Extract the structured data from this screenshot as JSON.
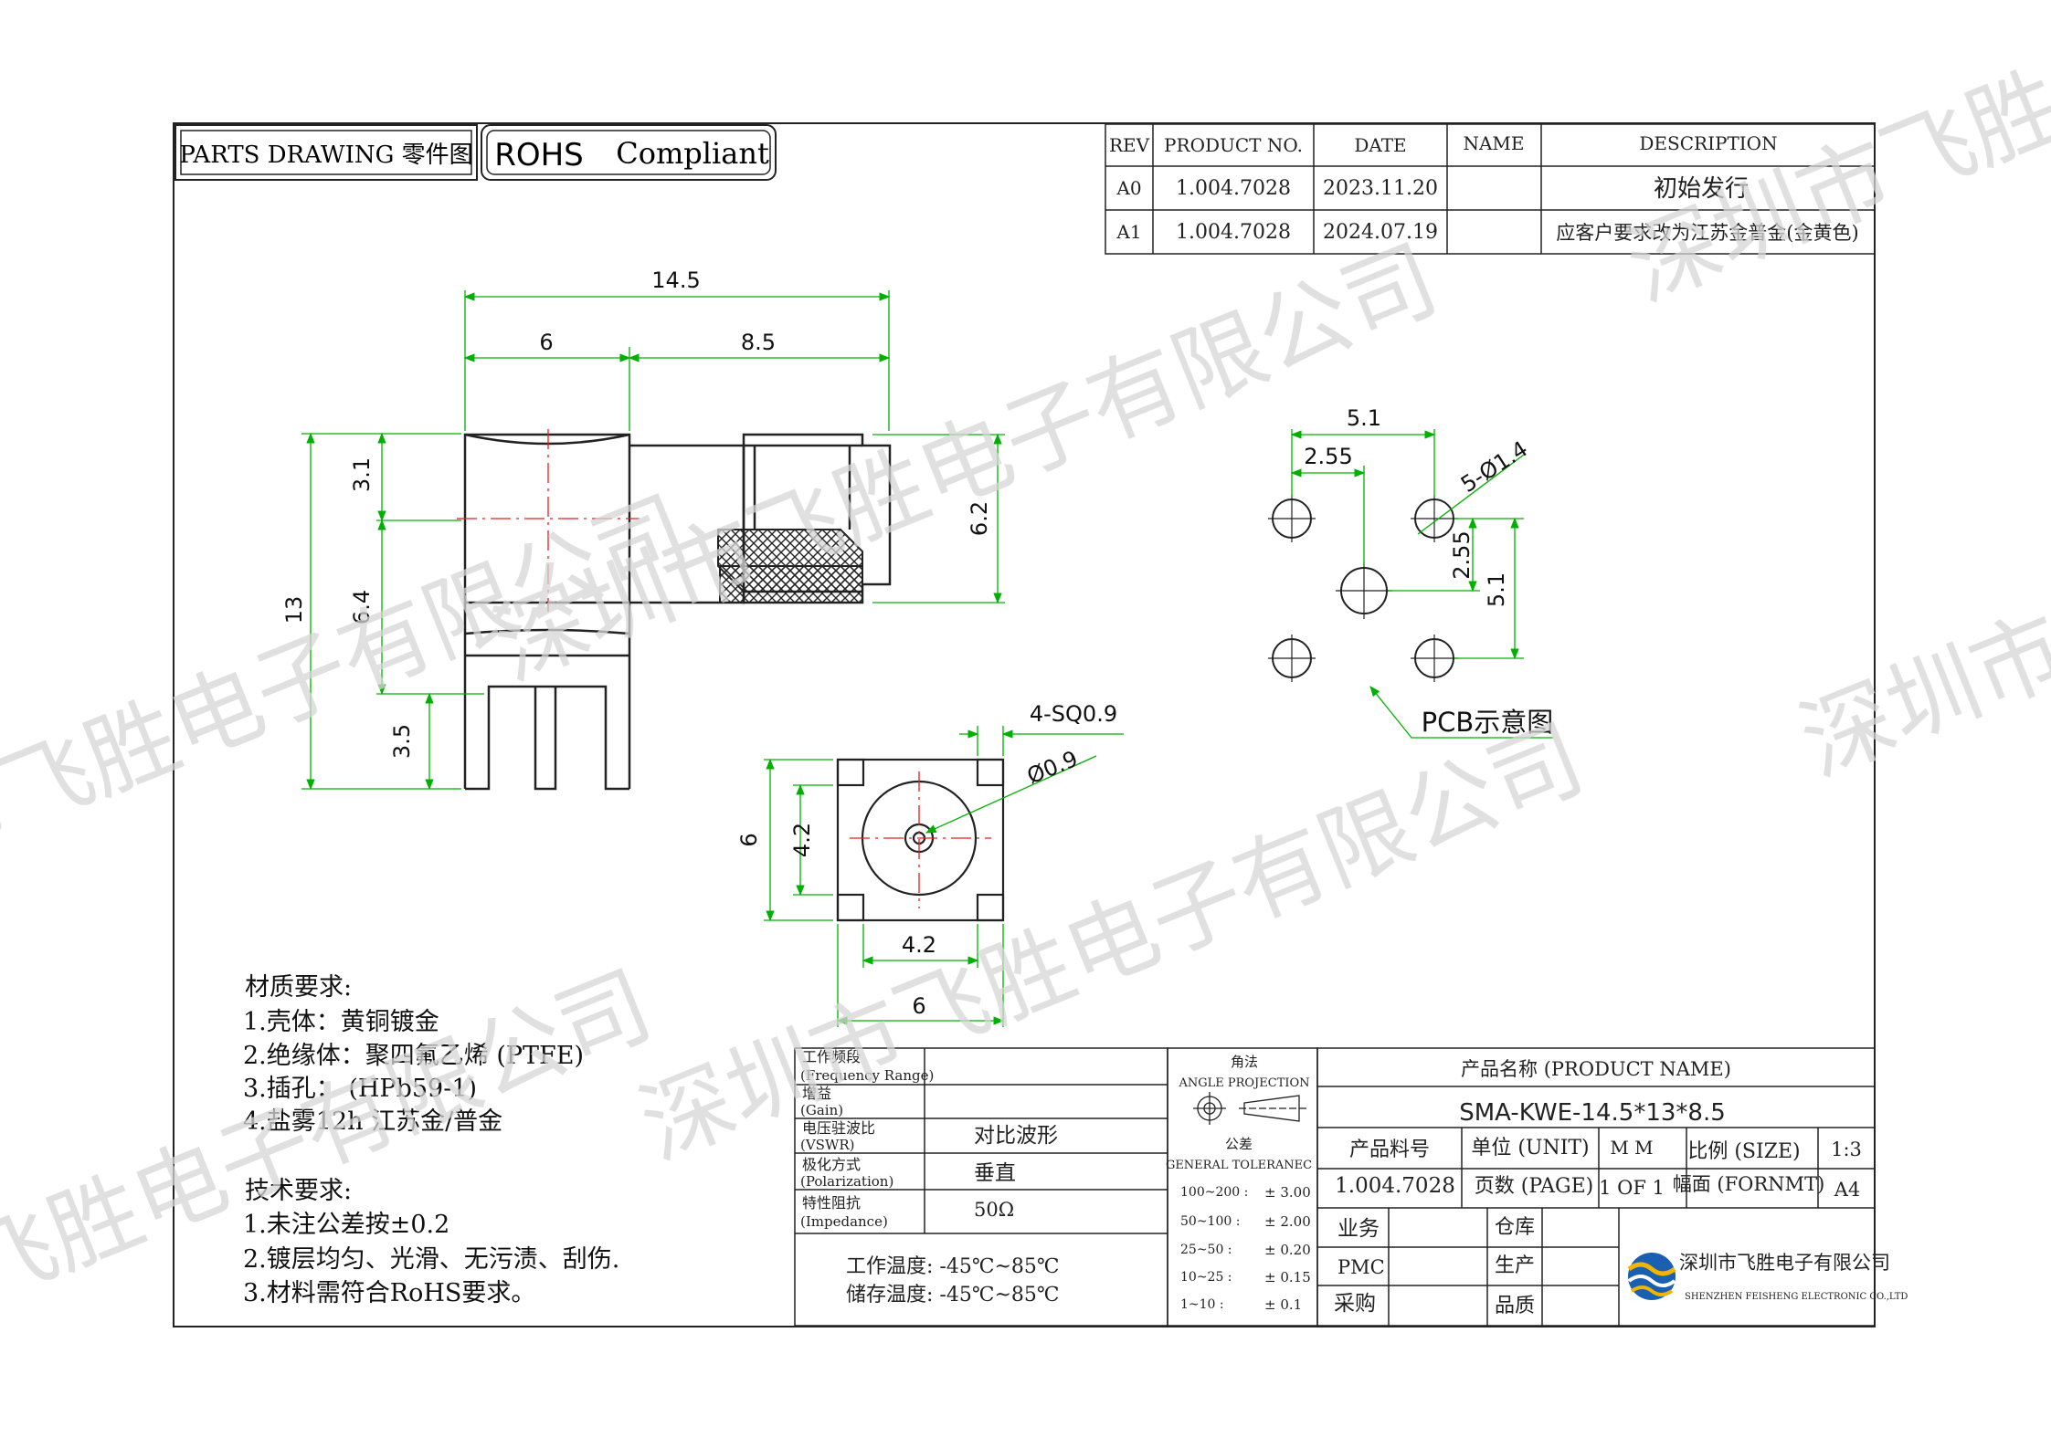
{
  "header": {
    "parts_drawing": "PARTS DRAWING 零件图",
    "rohs": "ROHS",
    "compliant": "Compliant"
  },
  "revision_table": {
    "headers": [
      "REV",
      "PRODUCT NO.",
      "DATE",
      "NAME",
      "DESCRIPTION"
    ],
    "rows": [
      {
        "rev": "A0",
        "product_no": "1.004.7028",
        "date": "2023.11.20",
        "name": "",
        "description": "初始发行"
      },
      {
        "rev": "A1",
        "product_no": "1.004.7028",
        "date": "2024.07.19",
        "name": "",
        "description": "应客户要求改为江苏金普金(金黄色)"
      }
    ]
  },
  "side_view": {
    "dim_total_width": "14.5",
    "dim_left": "6",
    "dim_right": "8.5",
    "dim_height": "13",
    "dim_top": "3.1",
    "dim_mid": "6.4",
    "dim_pin": "3.5",
    "dim_barrel": "6.2"
  },
  "pcb_view": {
    "dim_width": "5.1",
    "dim_half": "2.55",
    "dim_holes": "5-Ø1.4",
    "dim_v_half": "2.55",
    "dim_v": "5.1",
    "label": "PCB示意图"
  },
  "front_view": {
    "dim_sq": "4-SQ0.9",
    "dim_pin": "Ø0.9",
    "dim_h_outer": "6",
    "dim_h_inner": "4.2",
    "dim_w_inner": "4.2",
    "dim_w_outer": "6"
  },
  "material": {
    "title": "材质要求:",
    "items": [
      "1.壳体：黄铜镀金",
      "2.绝缘体：聚四氟乙烯 (PTFE)",
      "3.插孔： (HPb59-1)",
      "4.盐雾12h  江苏金/普金"
    ]
  },
  "technical": {
    "title": "技术要求:",
    "items": [
      "1.未注公差按±0.2",
      "2.镀层均匀、光滑、无污渍、刮伤.",
      "3.材料需符合RoHS要求。"
    ]
  },
  "electrical": {
    "rows": [
      {
        "cn": "工作频段",
        "en": "(Frequency Range)",
        "value": ""
      },
      {
        "cn": "增益",
        "en": "(Gain)",
        "value": ""
      },
      {
        "cn": "电压驻波比",
        "en": "(VSWR)",
        "value": "对比波形"
      },
      {
        "cn": "极化方式",
        "en": "(Polarization)",
        "value": "垂直"
      },
      {
        "cn": "特性阻抗",
        "en": "(Impedance)",
        "value": "50Ω"
      }
    ],
    "work_temp": "工作温度: -45℃~85℃",
    "storage_temp": "储存温度: -45℃~85℃"
  },
  "projection": {
    "title_cn": "角法",
    "title_en": "ANGLE PROJECTION",
    "tol_cn": "公差",
    "tol_en": "GENERAL TOLERANEC",
    "rows": [
      {
        "range": "100~200 :",
        "tol": "± 3.00"
      },
      {
        "range": "50~100 :",
        "tol": "± 2.00"
      },
      {
        "range": "25~50 :",
        "tol": "± 0.20"
      },
      {
        "range": "10~25 :",
        "tol": "± 0.15"
      },
      {
        "range": "1~10 :",
        "tol": "± 0.1"
      }
    ]
  },
  "title_block": {
    "product_name_label": "产品名称 (PRODUCT NAME)",
    "product_name": "SMA-KWE-14.5*13*8.5",
    "part_no_label": "产品料号",
    "unit_label": "单位 (UNIT)",
    "unit": "M M",
    "scale_label": "比例 (SIZE)",
    "scale": "1:3",
    "part_no": "1.004.7028",
    "page_label": "页数 (PAGE)",
    "page": "1 OF 1",
    "format_label": "幅面 (FORNMT)",
    "format": "A4",
    "signoff": [
      [
        "业务",
        "仓库"
      ],
      [
        "PMC",
        "生产"
      ],
      [
        "采购",
        "品质"
      ]
    ],
    "company_cn": "深圳市飞胜电子有限公司",
    "company_en": "SHENZHEN FEISHENG ELECTRONIC CO.,LTD"
  },
  "watermark": "深圳市飞胜电子有限公司",
  "colors": {
    "dim_line": "#00b000",
    "center_line": "#e02020",
    "outline": "#222222",
    "logo_blue": "#1a5fb0",
    "logo_yellow": "#f2b400"
  }
}
